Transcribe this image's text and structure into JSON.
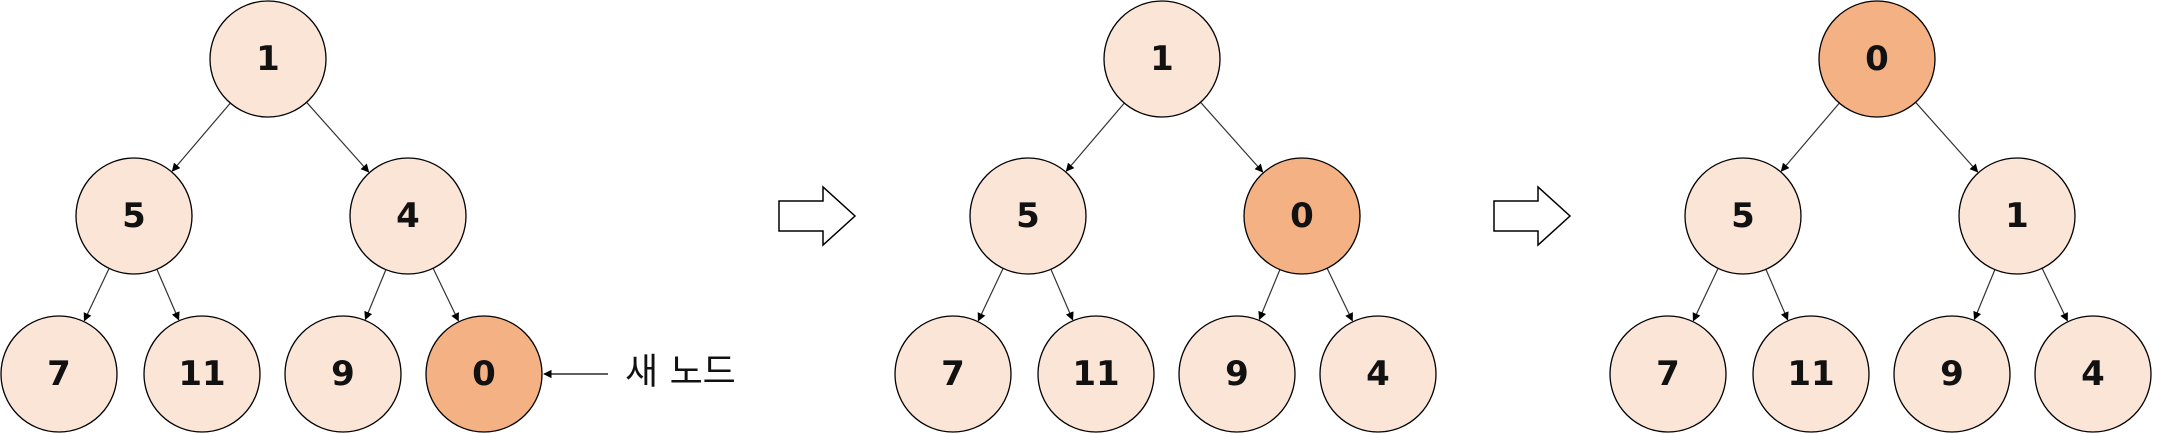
{
  "colors": {
    "node_fill": "#fbe5d6",
    "highlight_fill": "#f4b183",
    "stroke": "#000000"
  },
  "trees": [
    {
      "name": "tree-1-insert",
      "nodes": [
        {
          "label": "1",
          "highlight": false
        },
        {
          "label": "5",
          "highlight": false
        },
        {
          "label": "4",
          "highlight": false
        },
        {
          "label": "7",
          "highlight": false
        },
        {
          "label": "11",
          "highlight": false
        },
        {
          "label": "9",
          "highlight": false
        },
        {
          "label": "0",
          "highlight": true
        }
      ]
    },
    {
      "name": "tree-2-swap",
      "nodes": [
        {
          "label": "1",
          "highlight": false
        },
        {
          "label": "5",
          "highlight": false
        },
        {
          "label": "0",
          "highlight": true
        },
        {
          "label": "7",
          "highlight": false
        },
        {
          "label": "11",
          "highlight": false
        },
        {
          "label": "9",
          "highlight": false
        },
        {
          "label": "4",
          "highlight": false
        }
      ]
    },
    {
      "name": "tree-3-result",
      "nodes": [
        {
          "label": "0",
          "highlight": true
        },
        {
          "label": "5",
          "highlight": false
        },
        {
          "label": "1",
          "highlight": false
        },
        {
          "label": "7",
          "highlight": false
        },
        {
          "label": "11",
          "highlight": false
        },
        {
          "label": "9",
          "highlight": false
        },
        {
          "label": "4",
          "highlight": false
        }
      ]
    }
  ],
  "annotation": {
    "label": "새 노드"
  }
}
